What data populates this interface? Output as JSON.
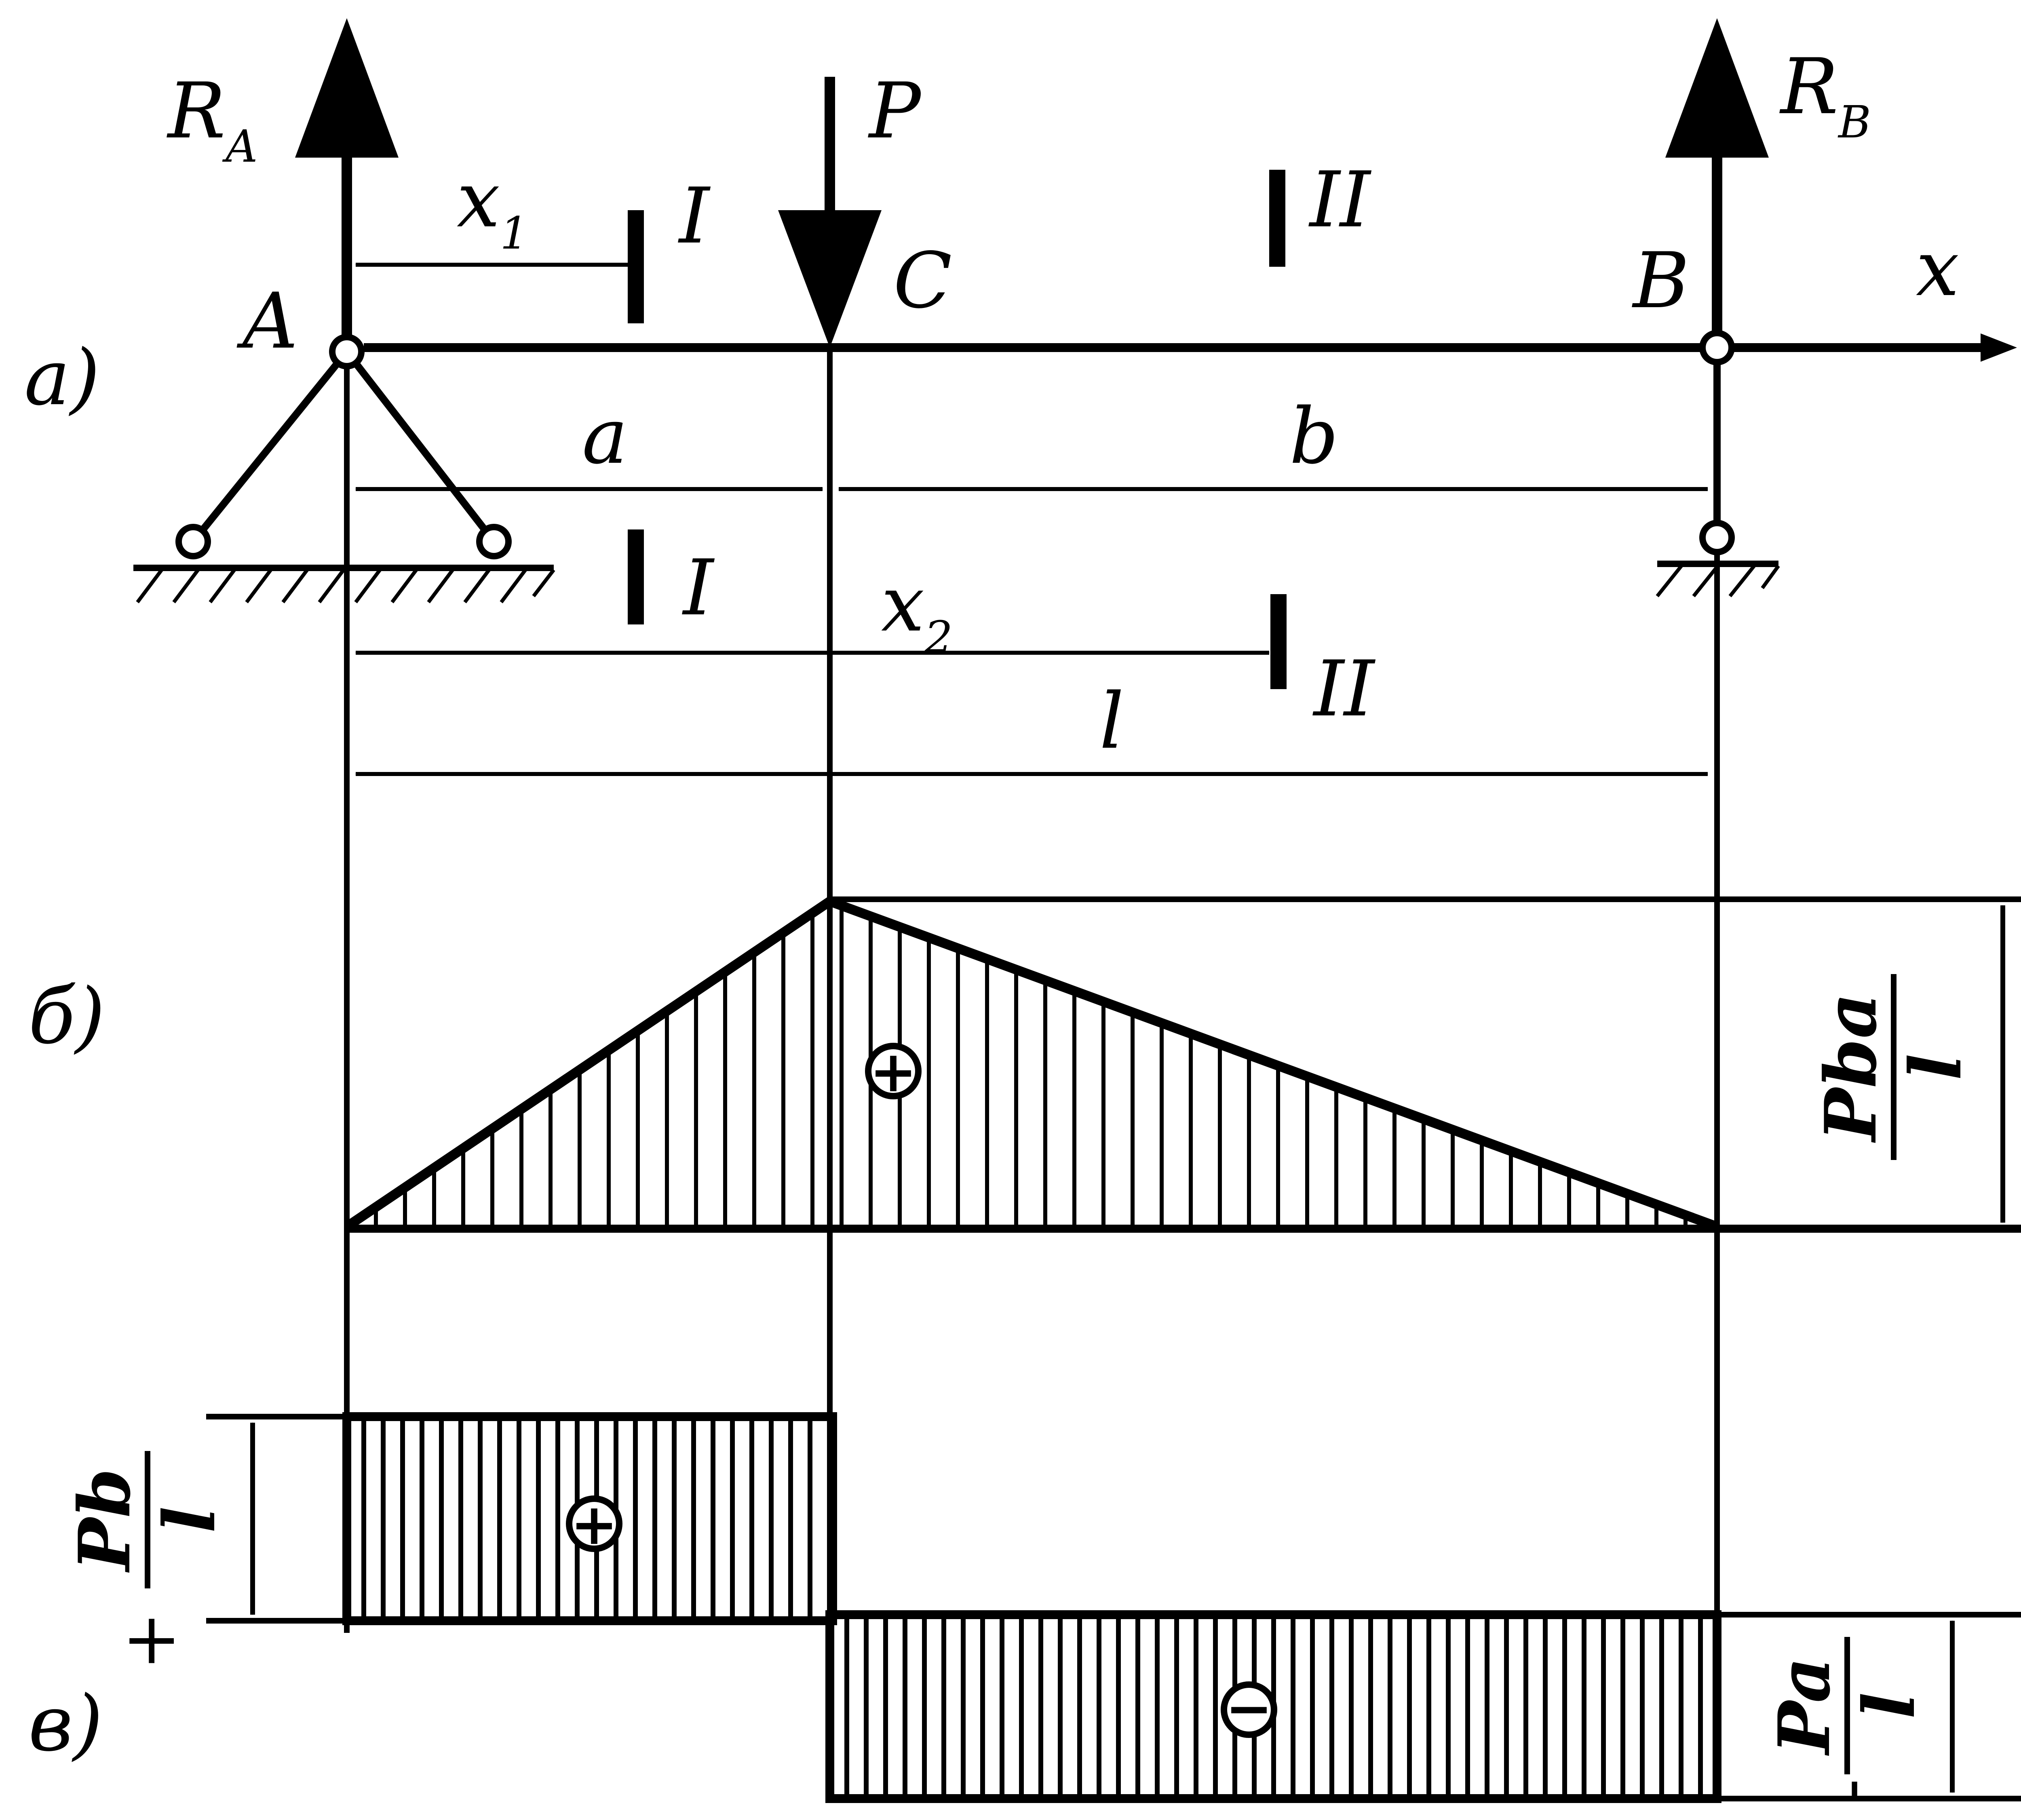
{
  "diagram": {
    "labels": {
      "reaction_a": "R",
      "reaction_a_sub": "A",
      "reaction_b": "R",
      "reaction_b_sub": "B",
      "load": "P",
      "point_a": "A",
      "point_b": "B",
      "point_c": "C",
      "axis_x": "x",
      "x1": "x",
      "x1_sub": "1",
      "x2": "x",
      "x2_sub": "2",
      "dim_a": "a",
      "dim_b": "b",
      "dim_l": "l",
      "section_1": "I",
      "section_2": "II"
    },
    "panels": {
      "a": "а)",
      "b": "б)",
      "c": "в)"
    },
    "moment_diagram": {
      "sign": "+",
      "max_numerator": "Pba",
      "max_denominator": "l"
    },
    "shear_diagram": {
      "positive_sign": "+",
      "negative_sign": "−",
      "positive_numerator": "Pb",
      "positive_denominator": "l",
      "positive_prefix": "+",
      "negative_numerator": "Pa",
      "negative_denominator": "l",
      "negative_prefix": "-"
    }
  }
}
